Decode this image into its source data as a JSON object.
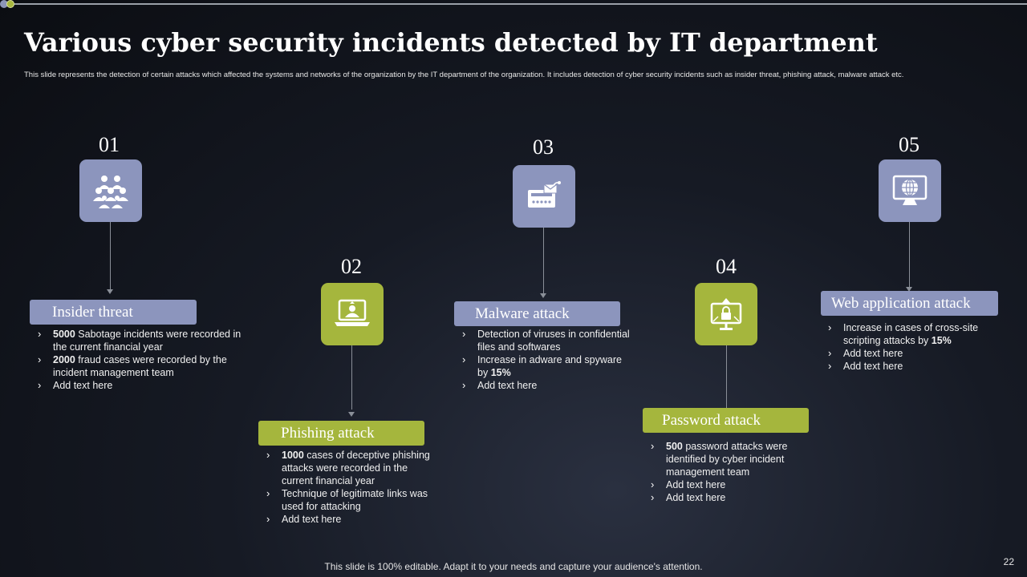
{
  "slide": {
    "title": "Various cyber security incidents detected by IT department",
    "subtitle": "This slide represents the detection of certain attacks which affected the systems and networks of the organization by the IT  department of the organization. It includes detection of cyber security incidents such as insider threat, phishing attack, malware attack etc.",
    "footer": "This slide is 100% editable. Adapt it to your needs and capture your audience's attention.",
    "page_number": "22"
  },
  "colors": {
    "blue_accent": "#8c95bd",
    "green_accent": "#a5b63d"
  },
  "incidents": [
    {
      "number": "01",
      "label": "Insider threat",
      "icon": "team-group-icon",
      "bullets": [
        {
          "bold": "5000",
          "text": " Sabotage incidents were recorded in the current financial year"
        },
        {
          "bold": "2000",
          "text": " fraud cases were recorded by the incident management team"
        },
        {
          "bold": "",
          "text": "Add text here"
        }
      ]
    },
    {
      "number": "02",
      "label": "Phishing attack",
      "icon": "laptop-hacker-icon",
      "bullets": [
        {
          "bold": "1000",
          "text": " cases of deceptive phishing attacks were recorded in the current financial year"
        },
        {
          "bold": "",
          "text": "Technique of legitimate links was used for attacking"
        },
        {
          "bold": "",
          "text": "Add text here"
        }
      ]
    },
    {
      "number": "03",
      "label": "Malware attack",
      "icon": "email-virus-icon",
      "bullets": [
        {
          "bold": "",
          "text": "Detection of viruses in confidential files and softwares"
        },
        {
          "bold": "",
          "text": "Increase in adware and spyware by ",
          "bold_end": "15%"
        },
        {
          "bold": "",
          "text": "Add text here"
        }
      ]
    },
    {
      "number": "04",
      "label": "Password attack",
      "icon": "monitor-lock-icon",
      "bullets": [
        {
          "bold": "500",
          "text": " password attacks were identified by cyber incident management team"
        },
        {
          "bold": "",
          "text": "Add text here"
        },
        {
          "bold": "",
          "text": "Add text here"
        }
      ]
    },
    {
      "number": "05",
      "label": "Web application attack",
      "icon": "globe-monitor-icon",
      "bullets": [
        {
          "bold": "",
          "text": "Increase in cases of cross-site scripting attacks by ",
          "bold_end": "15%"
        },
        {
          "bold": "",
          "text": "Add text here"
        },
        {
          "bold": "",
          "text": "Add text here"
        }
      ]
    }
  ]
}
